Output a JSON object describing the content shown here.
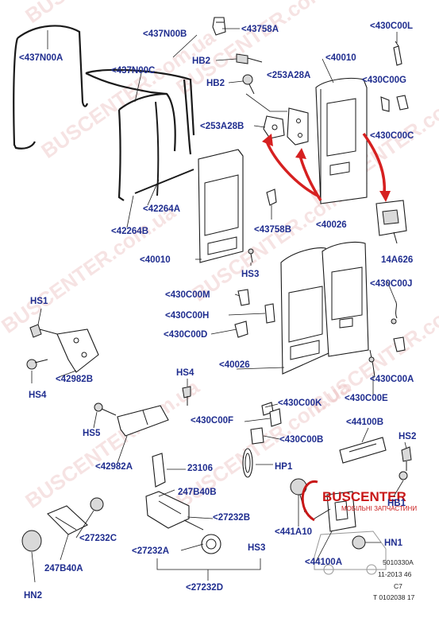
{
  "labels": {
    "437N00A": "<437N00A",
    "437N00B": "<437N00B",
    "437N00C": "<437N00C",
    "43758A": "<43758A",
    "HB2a": "HB2",
    "HB2b": "HB2",
    "253A28A": "<253A28A",
    "253A28B": "<253A28B",
    "40010a": "<40010",
    "430C00L": "<430C00L",
    "430C00G": "<430C00G",
    "430C00C": "<430C00C",
    "42264Aa": "<42264A",
    "42264B": "<42264B",
    "43758B": "<43758B",
    "40026a": "<40026",
    "14A626": "14A626",
    "40010b": "<40010",
    "HS3a": "HS3",
    "430C00M": "<430C00M",
    "430C00J": "<430C00J",
    "430C00H": "<430C00H",
    "430C00D": "<430C00D",
    "HS1": "HS1",
    "42982B": "<42982B",
    "HS4a": "HS4",
    "40026b": "<40026",
    "430C00A": "<430C00A",
    "HS4b": "HS4",
    "430C00E": "<430C00E",
    "430C00K": "<430C00K",
    "44100B": "<44100B",
    "430C00F": "<430C00F",
    "HS5": "HS5",
    "430C00B": "<430C00B",
    "HS2": "HS2",
    "42982A": "<42982A",
    "23106": "23106",
    "HP1": "HP1",
    "HB1": "HB1",
    "247B40B": "247B40B",
    "27232B": "<27232B",
    "27232C": "<27232C",
    "441A10": "<441A10",
    "HN1": "HN1",
    "27232A": "<27232A",
    "HS3b": "HS3",
    "247B40A": "247B40A",
    "44100A": "<44100A",
    "27232D": "<27232D",
    "HN2": "HN2"
  },
  "reference": {
    "line1": "5010330A",
    "line2": "11-2013 46",
    "line3": "C7",
    "line4": "T 0102038 17"
  },
  "logo": {
    "name": "BUSCENTER",
    "tagline": "МОБІЛЬНІ ЗАПЧАСТИНИ"
  },
  "watermark": {
    "text": "BUSCENTER.com.ua"
  },
  "colors": {
    "label": "#1f2d8f",
    "arrow": "#d62020",
    "logo": "#c81818"
  }
}
